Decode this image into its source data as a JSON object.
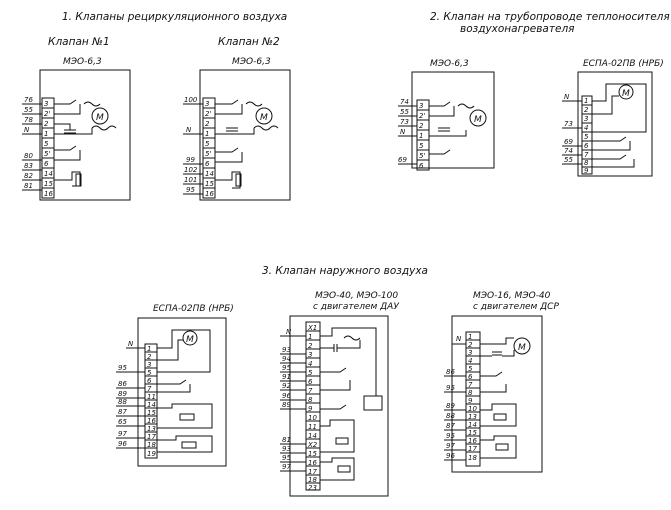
{
  "titles": {
    "recirc": "1. Клапаны рециркуляционного воздуха",
    "pipe_line1": "2. Клапан на трубопроводе теплоносителя",
    "pipe_line2": "воздухонагревателя",
    "outdoor": "3. Клапан наружного воздуха"
  },
  "valve1": {
    "label": "Клапан №1",
    "device": "МЭО-6,3",
    "motor": "М",
    "wires": [
      "76",
      "55",
      "78",
      "N",
      "80",
      "83",
      "82",
      "81"
    ],
    "terminals": [
      "3",
      "2'",
      "2",
      "1",
      "5",
      "5'",
      "6",
      "14",
      "15",
      "16"
    ]
  },
  "valve2": {
    "label": "Клапан №2",
    "device": "МЭО-6,3",
    "motor": "М",
    "wires": [
      "100",
      "N",
      "99",
      "102",
      "101",
      "95"
    ],
    "terminals": [
      "3",
      "2'",
      "2",
      "1",
      "5",
      "5'",
      "6",
      "14",
      "15",
      "16"
    ]
  },
  "pipe_valve": {
    "device": "МЭО-6,3",
    "motor": "М",
    "wires": [
      "74",
      "55",
      "73",
      "N",
      "69"
    ],
    "terminals": [
      "3",
      "2'",
      "2",
      "1",
      "5",
      "5'",
      "6"
    ]
  },
  "pipe_espa": {
    "device": "ЕСПА-02ПВ (НРБ)",
    "motor": "М",
    "wires": [
      "N",
      "73",
      "69",
      "74",
      "55"
    ],
    "terminals": [
      "1",
      "2",
      "3",
      "4",
      "5",
      "6",
      "7",
      "8",
      "9"
    ]
  },
  "outdoor_espa": {
    "device": "ЕСПА-02ПВ (НРБ)",
    "motor": "М",
    "wires": [
      "N",
      "95",
      "86",
      "89",
      "88",
      "87",
      "65",
      "97",
      "96"
    ],
    "terminals": [
      "1",
      "2",
      "3",
      "5",
      "6",
      "7",
      "11",
      "14",
      "15",
      "16",
      "13",
      "17",
      "18",
      "19"
    ]
  },
  "outdoor_meo100": {
    "device_line1": "МЭО-40, МЭО-100",
    "device_line2": "с двигателем ДАУ",
    "wires": [
      "N",
      "93",
      "94",
      "95",
      "91",
      "92",
      "96",
      "89",
      "81",
      "93",
      "95",
      "97"
    ],
    "terminals": [
      "Х1",
      "1",
      "2",
      "3",
      "4",
      "5",
      "6",
      "7",
      "8",
      "9",
      "10",
      "11",
      "14",
      "Х2",
      "15",
      "16",
      "17",
      "18",
      "23"
    ]
  },
  "outdoor_meo40": {
    "device_line1": "МЭО-16, МЭО-40",
    "device_line2": "с двигателем ДСР",
    "motor": "М",
    "wires": [
      "N",
      "86",
      "95",
      "89",
      "88",
      "87",
      "95",
      "97",
      "96"
    ],
    "terminals": [
      "1",
      "2",
      "3",
      "4",
      "5",
      "6",
      "7",
      "8",
      "9",
      "10",
      "13",
      "14",
      "15",
      "16",
      "17",
      "18"
    ]
  }
}
